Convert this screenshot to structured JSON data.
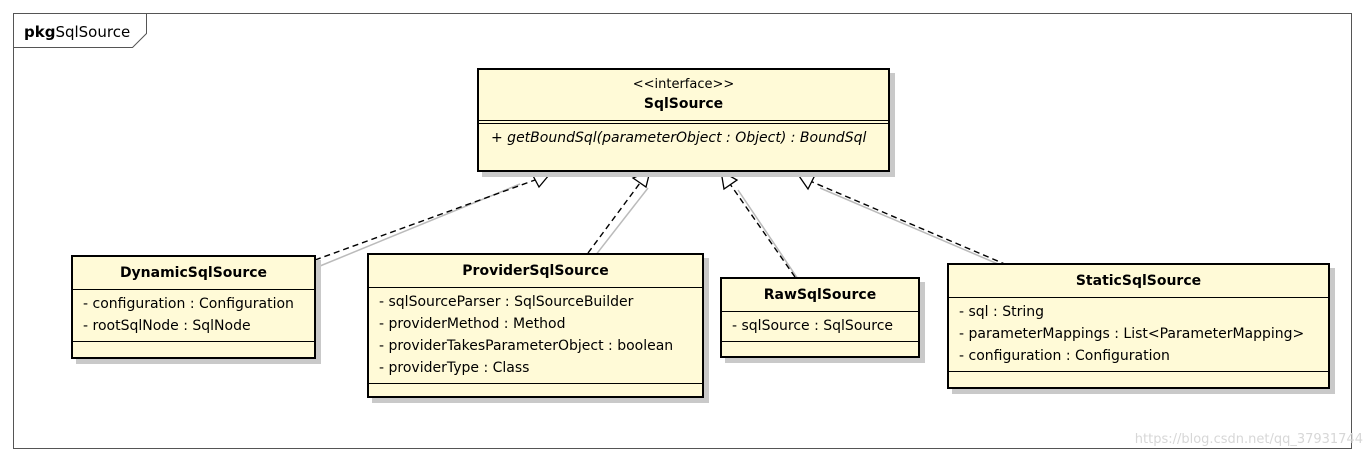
{
  "package": {
    "keyword": "pkg",
    "name": "SqlSource"
  },
  "interface": {
    "stereotype": "<<interface>>",
    "name": "SqlSource",
    "operations": [
      "+ getBoundSql(parameterObject : Object) : BoundSql"
    ]
  },
  "classes": [
    {
      "name": "DynamicSqlSource",
      "attributes": [
        "- configuration : Configuration",
        "- rootSqlNode : SqlNode"
      ]
    },
    {
      "name": "ProviderSqlSource",
      "attributes": [
        "- sqlSourceParser : SqlSourceBuilder",
        "- providerMethod : Method",
        "- providerTakesParameterObject : boolean",
        "- providerType : Class"
      ]
    },
    {
      "name": "RawSqlSource",
      "attributes": [
        "- sqlSource : SqlSource"
      ]
    },
    {
      "name": "StaticSqlSource",
      "attributes": [
        "- sql : String",
        "- parameterMappings : List<ParameterMapping>",
        "- configuration : Configuration"
      ]
    }
  ],
  "relationships": [
    {
      "type": "realization",
      "from": "DynamicSqlSource",
      "to": "SqlSource"
    },
    {
      "type": "realization",
      "from": "ProviderSqlSource",
      "to": "SqlSource"
    },
    {
      "type": "realization",
      "from": "RawSqlSource",
      "to": "SqlSource"
    },
    {
      "type": "realization",
      "from": "StaticSqlSource",
      "to": "SqlSource"
    }
  ],
  "watermark": "https://blog.csdn.net/qq_37931744"
}
